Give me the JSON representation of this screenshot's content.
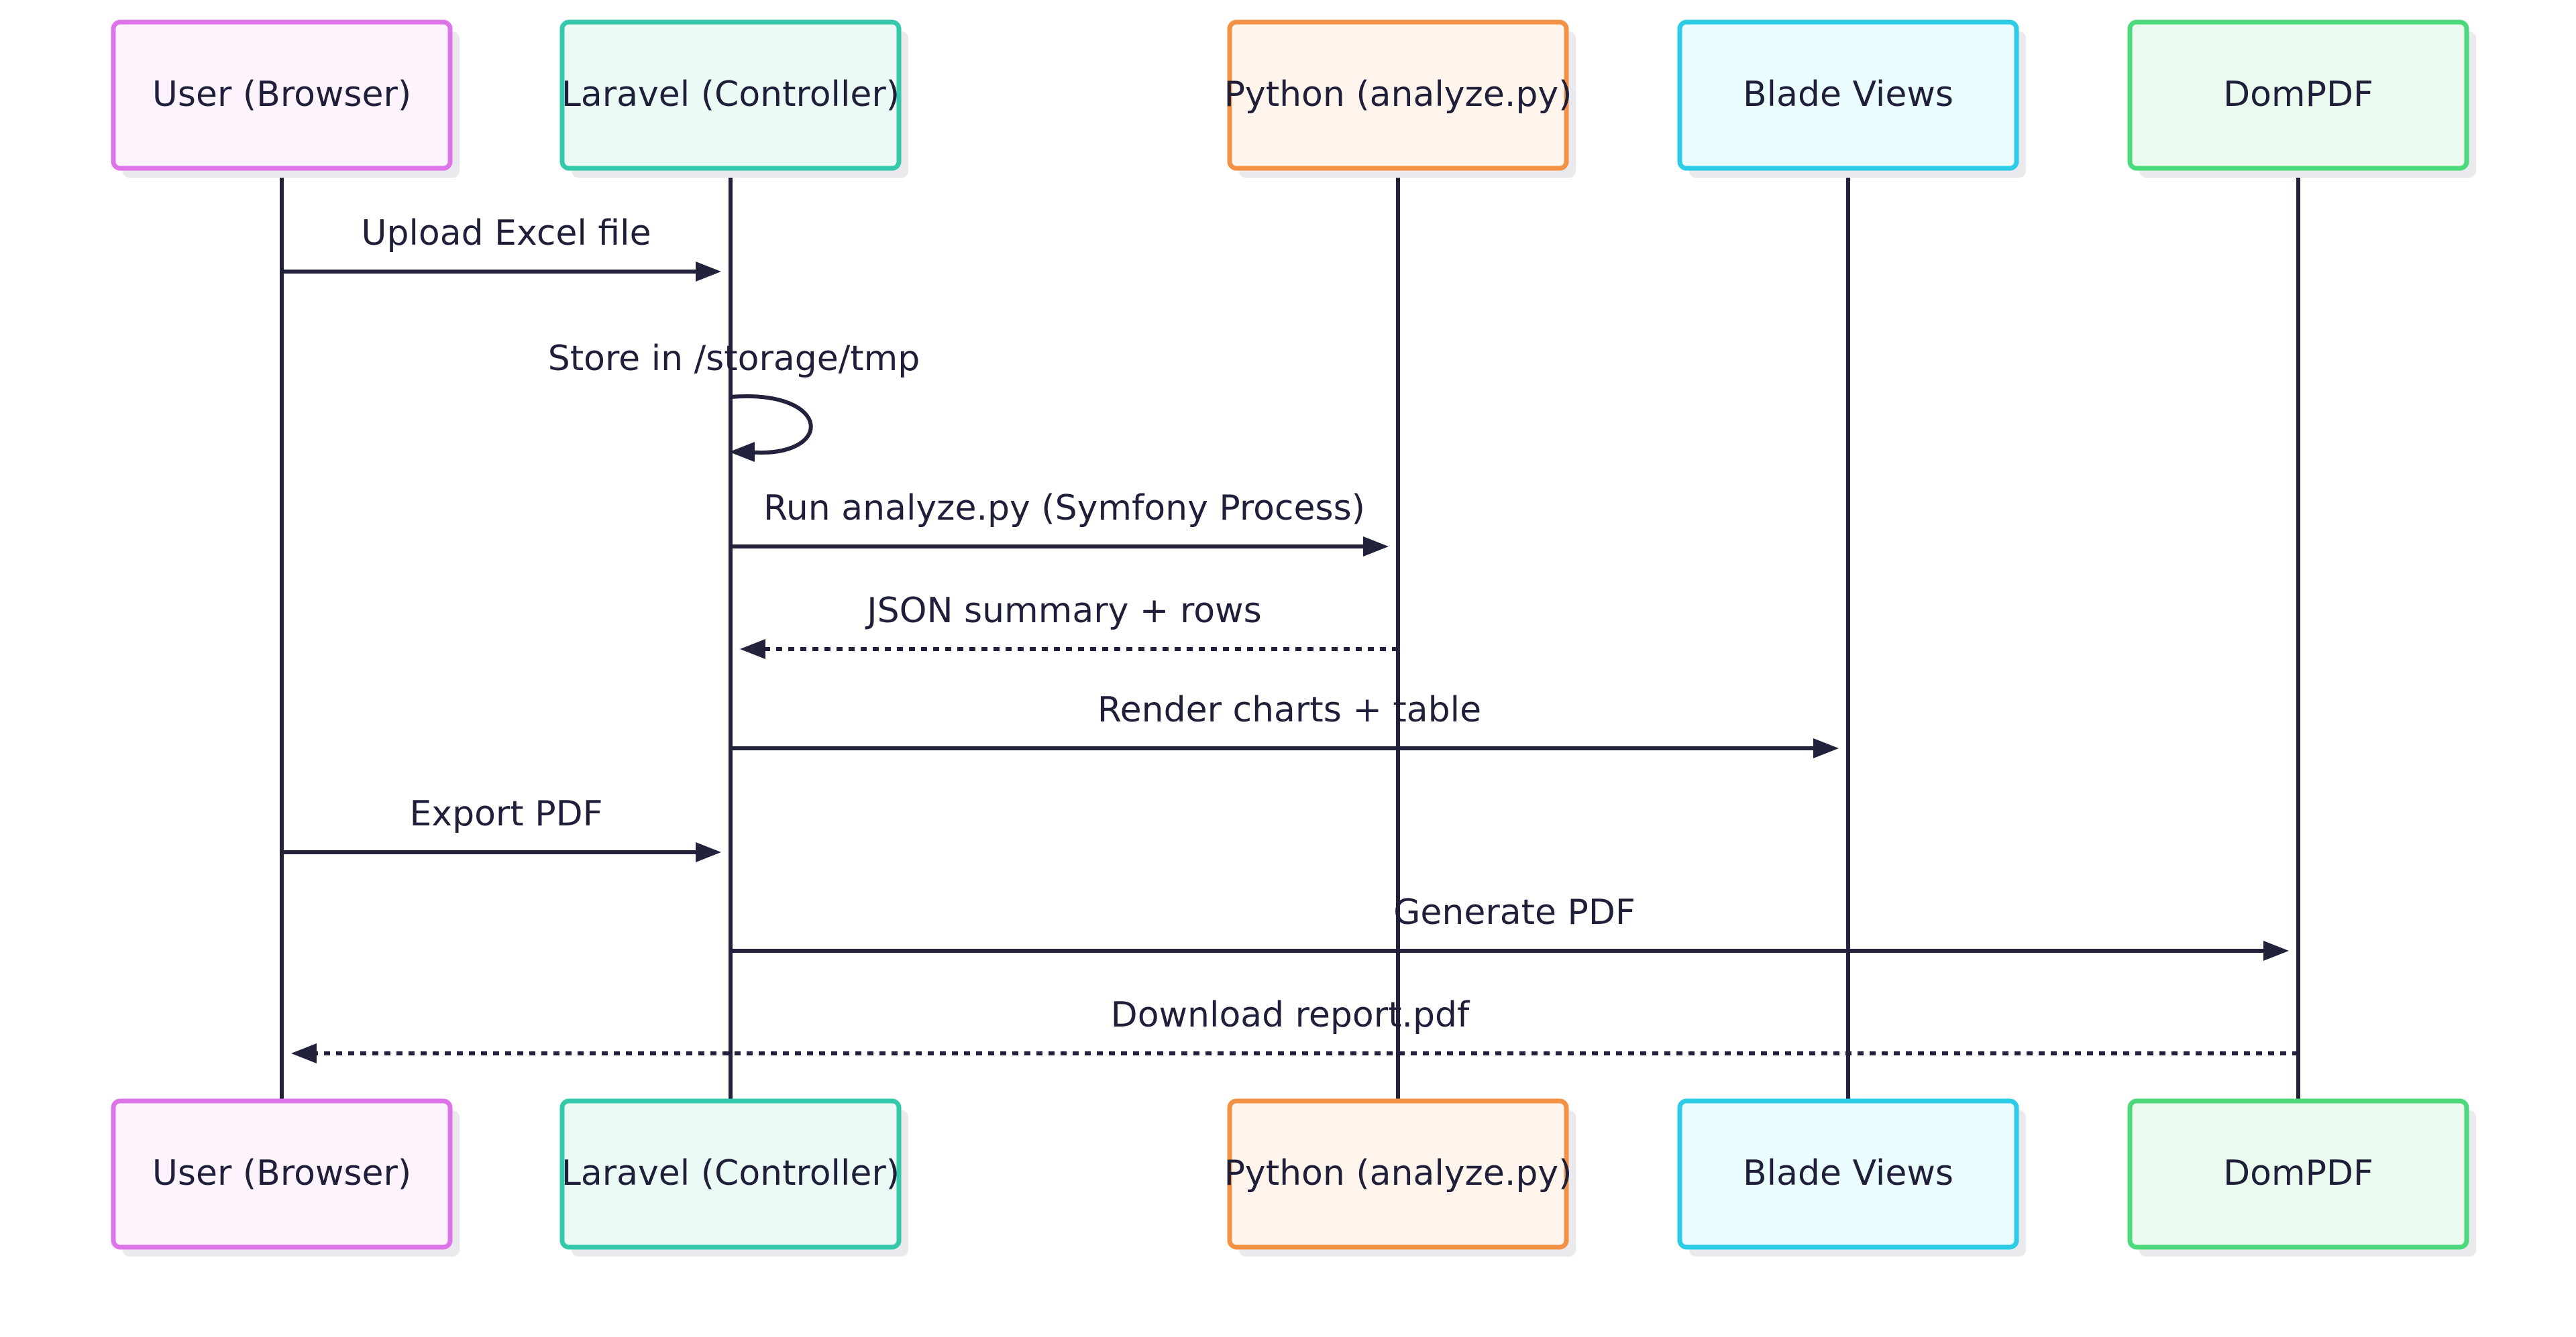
{
  "diagram": {
    "type": "sequence",
    "participants": [
      {
        "id": "user",
        "label": "User (Browser)",
        "border": "#dd74ea",
        "fill": "#fdf3fd"
      },
      {
        "id": "laravel",
        "label": "Laravel (Controller)",
        "border": "#33c9aa",
        "fill": "#ecfaf6"
      },
      {
        "id": "python",
        "label": "Python (analyze.py)",
        "border": "#f39244",
        "fill": "#fff5ec"
      },
      {
        "id": "blade",
        "label": "Blade Views",
        "border": "#2ccbe6",
        "fill": "#ebfcfe"
      },
      {
        "id": "dompdf",
        "label": "DomPDF",
        "border": "#4bd97b",
        "fill": "#ebfaef"
      }
    ],
    "messages": [
      {
        "from": "user",
        "to": "laravel",
        "label": "Upload Excel file",
        "style": "solid"
      },
      {
        "from": "laravel",
        "to": "laravel",
        "label": "Store in /storage/tmp",
        "style": "solid"
      },
      {
        "from": "laravel",
        "to": "python",
        "label": "Run analyze.py (Symfony Process)",
        "style": "solid"
      },
      {
        "from": "python",
        "to": "laravel",
        "label": "JSON summary + rows",
        "style": "dotted"
      },
      {
        "from": "laravel",
        "to": "blade",
        "label": "Render charts + table",
        "style": "solid"
      },
      {
        "from": "user",
        "to": "laravel",
        "label": "Export PDF",
        "style": "solid"
      },
      {
        "from": "laravel",
        "to": "dompdf",
        "label": "Generate PDF",
        "style": "solid"
      },
      {
        "from": "dompdf",
        "to": "user",
        "label": "Download report.pdf",
        "style": "dotted"
      }
    ],
    "line_color": "#23223d",
    "text_color": "#1f1f3a"
  }
}
